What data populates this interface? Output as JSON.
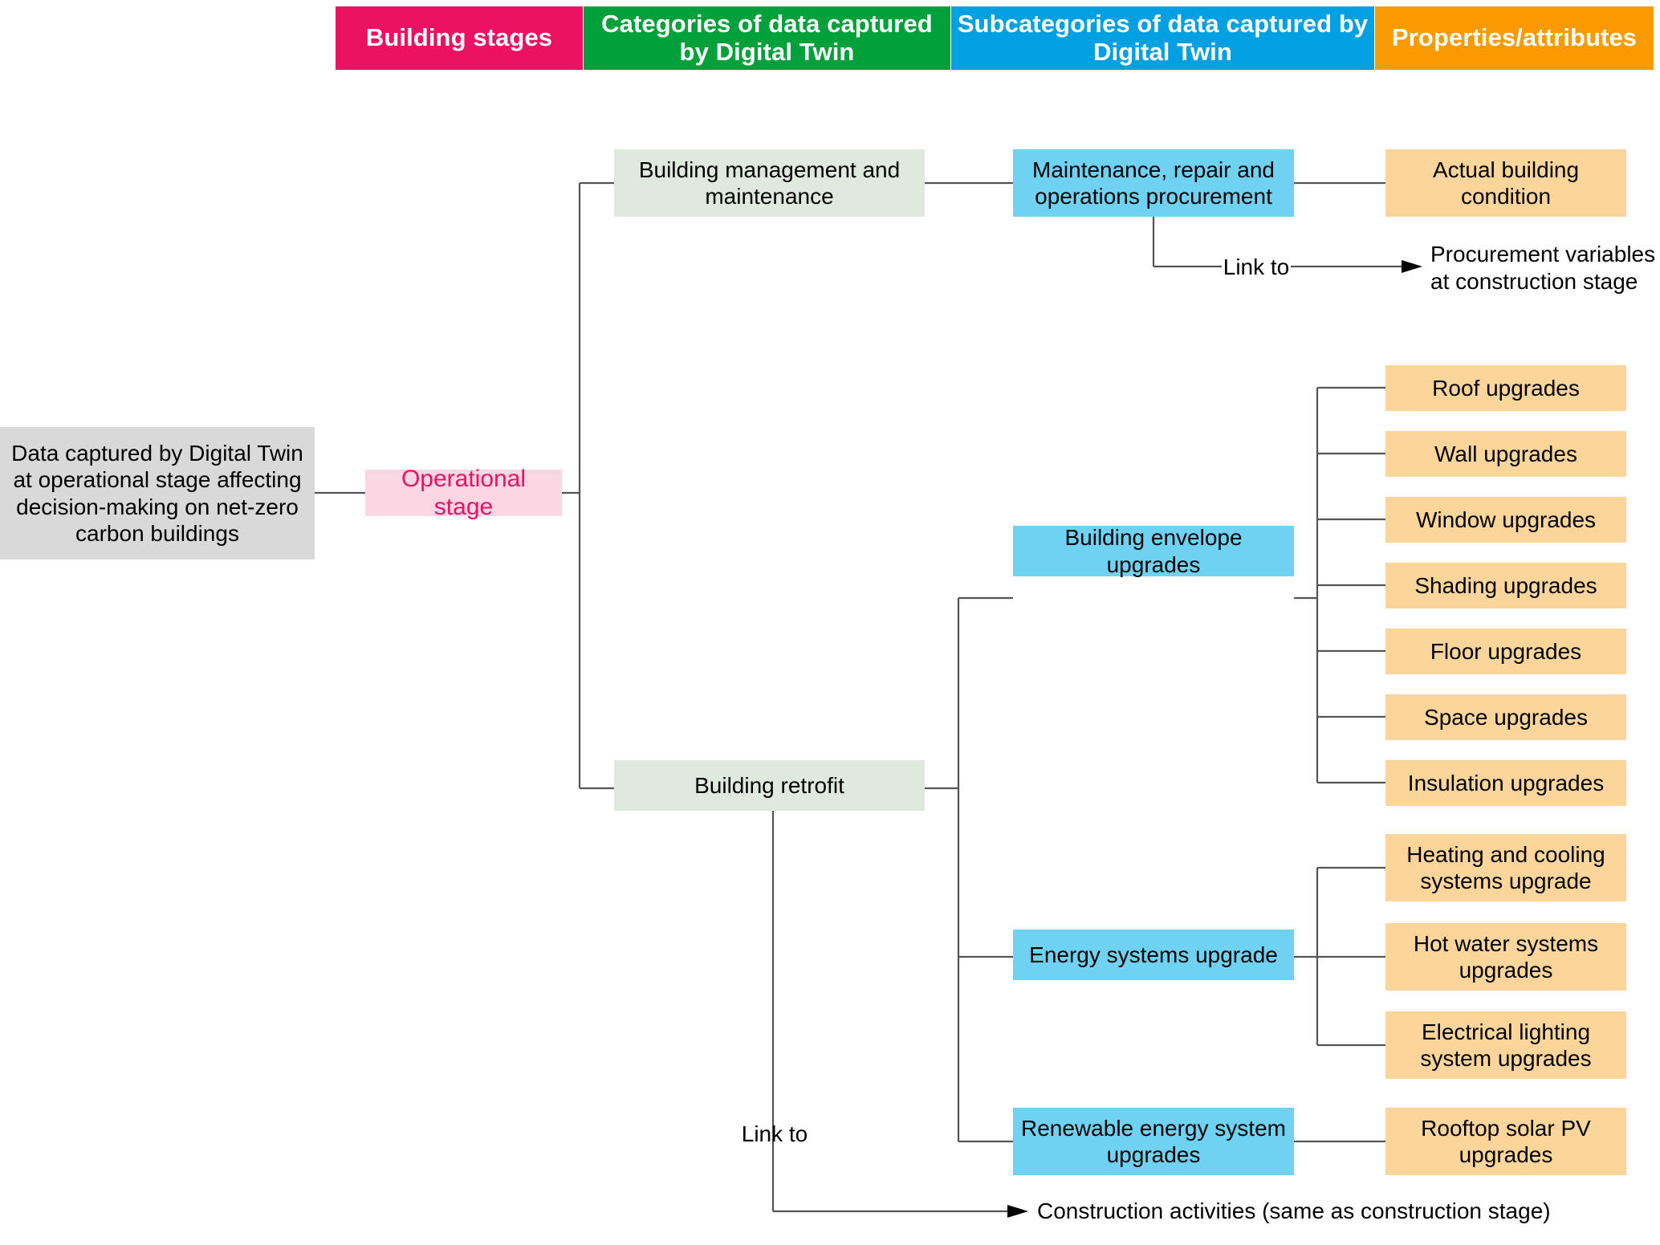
{
  "header": {
    "columns": [
      {
        "label": "Building stages",
        "color": "#ed1164"
      },
      {
        "label": "Categories of data captured by Digital Twin",
        "color": "#00a13a"
      },
      {
        "label": "Subcategories of data captured by Digital Twin",
        "color": "#00a0e3"
      },
      {
        "label": "Properties/attributes",
        "color": "#fb9a00"
      }
    ]
  },
  "root": {
    "label": "Data captured by Digital Twin at operational stage affecting decision-making on net-zero carbon buildings",
    "color": "#d9d9d9"
  },
  "stage": {
    "label": "Operational stage",
    "color": "#fbd6e3",
    "text_color": "#ec1164"
  },
  "categories": [
    {
      "label": "Building management and maintenance",
      "color": "#dfe9dd"
    },
    {
      "label": "Building retrofit",
      "color": "#dfe9dd"
    }
  ],
  "subcategories": [
    {
      "label": "Maintenance, repair and operations procurement",
      "color": "#6fd2f2"
    },
    {
      "label": "Building envelope upgrades",
      "color": "#6fd2f2"
    },
    {
      "label": "Energy systems upgrade",
      "color": "#6fd2f2"
    },
    {
      "label": "Renewable energy system upgrades",
      "color": "#6fd2f2"
    }
  ],
  "properties": {
    "maintenance": [
      {
        "label": "Actual building condition",
        "color": "#fbd59a"
      }
    ],
    "envelope": [
      {
        "label": "Roof upgrades",
        "color": "#fbd59a"
      },
      {
        "label": "Wall upgrades",
        "color": "#fbd59a"
      },
      {
        "label": "Window upgrades",
        "color": "#fbd59a"
      },
      {
        "label": "Shading upgrades",
        "color": "#fbd59a"
      },
      {
        "label": "Floor upgrades",
        "color": "#fbd59a"
      },
      {
        "label": "Space upgrades",
        "color": "#fbd59a"
      },
      {
        "label": "Insulation upgrades",
        "color": "#fbd59a"
      }
    ],
    "energy": [
      {
        "label": "Heating and cooling systems upgrade",
        "color": "#fbd59a"
      },
      {
        "label": "Hot water systems upgrades",
        "color": "#fbd59a"
      },
      {
        "label": "Electrical lighting system upgrades",
        "color": "#fbd59a"
      }
    ],
    "renewable": [
      {
        "label": "Rooftop solar PV upgrades",
        "color": "#fbd59a"
      }
    ]
  },
  "links": [
    {
      "caption": "Link to",
      "target": "Procurement variables at construction stage"
    },
    {
      "caption": "Link to",
      "target": "Construction activities (same as construction stage)"
    }
  ]
}
